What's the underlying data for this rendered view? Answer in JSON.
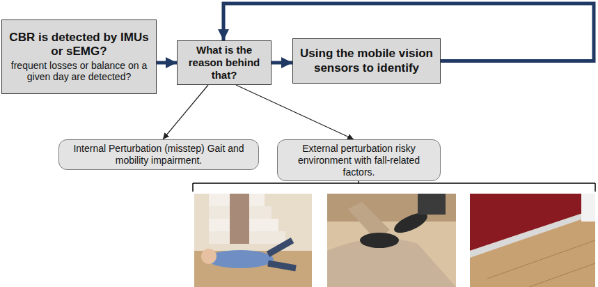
{
  "diagram": {
    "nodes": [
      {
        "text": [
          "CBR is detected by IMUs or sEMG?",
          "frequent losses or balance on a given day are detected?"
        ]
      },
      {
        "text": [
          "What is the reason behind that?"
        ]
      },
      {
        "text": [
          "Using the mobile vision sensors to identify"
        ]
      },
      {
        "text": [
          "Internal Perturbation (misstep) Gait and mobility impairment."
        ]
      },
      {
        "text": [
          "External perturbation risky environment with fall-related factors."
        ]
      }
    ],
    "edges": [
      {
        "from": 0,
        "to": 1,
        "arrow": "to"
      },
      {
        "from": 1,
        "to": 2,
        "arrow": "to"
      },
      {
        "from": 2,
        "to": 1,
        "arrow": "to"
      },
      {
        "from": 1,
        "to": 3,
        "arrow": "to"
      },
      {
        "from": 1,
        "to": 4,
        "arrow": "to"
      }
    ]
  }
}
